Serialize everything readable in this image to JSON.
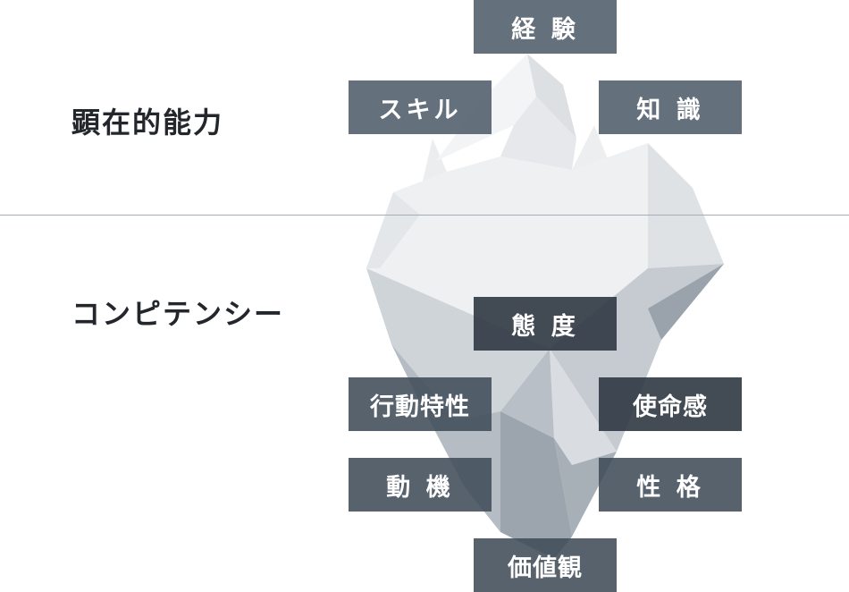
{
  "labels": {
    "visible": "顕在的能力",
    "hidden": "コンピテンシー"
  },
  "tags": {
    "experience": "経 験",
    "skill": "スキル",
    "knowledge": "知 識",
    "attitude": "態 度",
    "behavior": "行動特性",
    "mission": "使命感",
    "motivation": "動 機",
    "personality": "性 格",
    "values": "価値観"
  },
  "colors": {
    "tag_above": "#5b6671",
    "tag_below": "#3a434d",
    "waterline": "#a5adb6",
    "ice_tip": "#e3e6e9",
    "ice_deep": "#8e98a2",
    "label_text": "#23272c"
  }
}
